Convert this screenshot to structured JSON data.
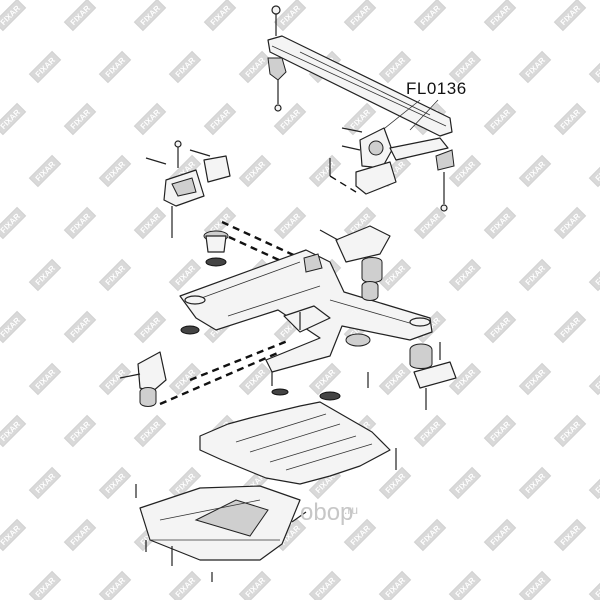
{
  "diagram": {
    "part_number_label": "FL0136",
    "watermark": {
      "badge_text": "FIXAR"
    },
    "brand": {
      "name": "obop",
      "suffix": ".ru"
    }
  }
}
